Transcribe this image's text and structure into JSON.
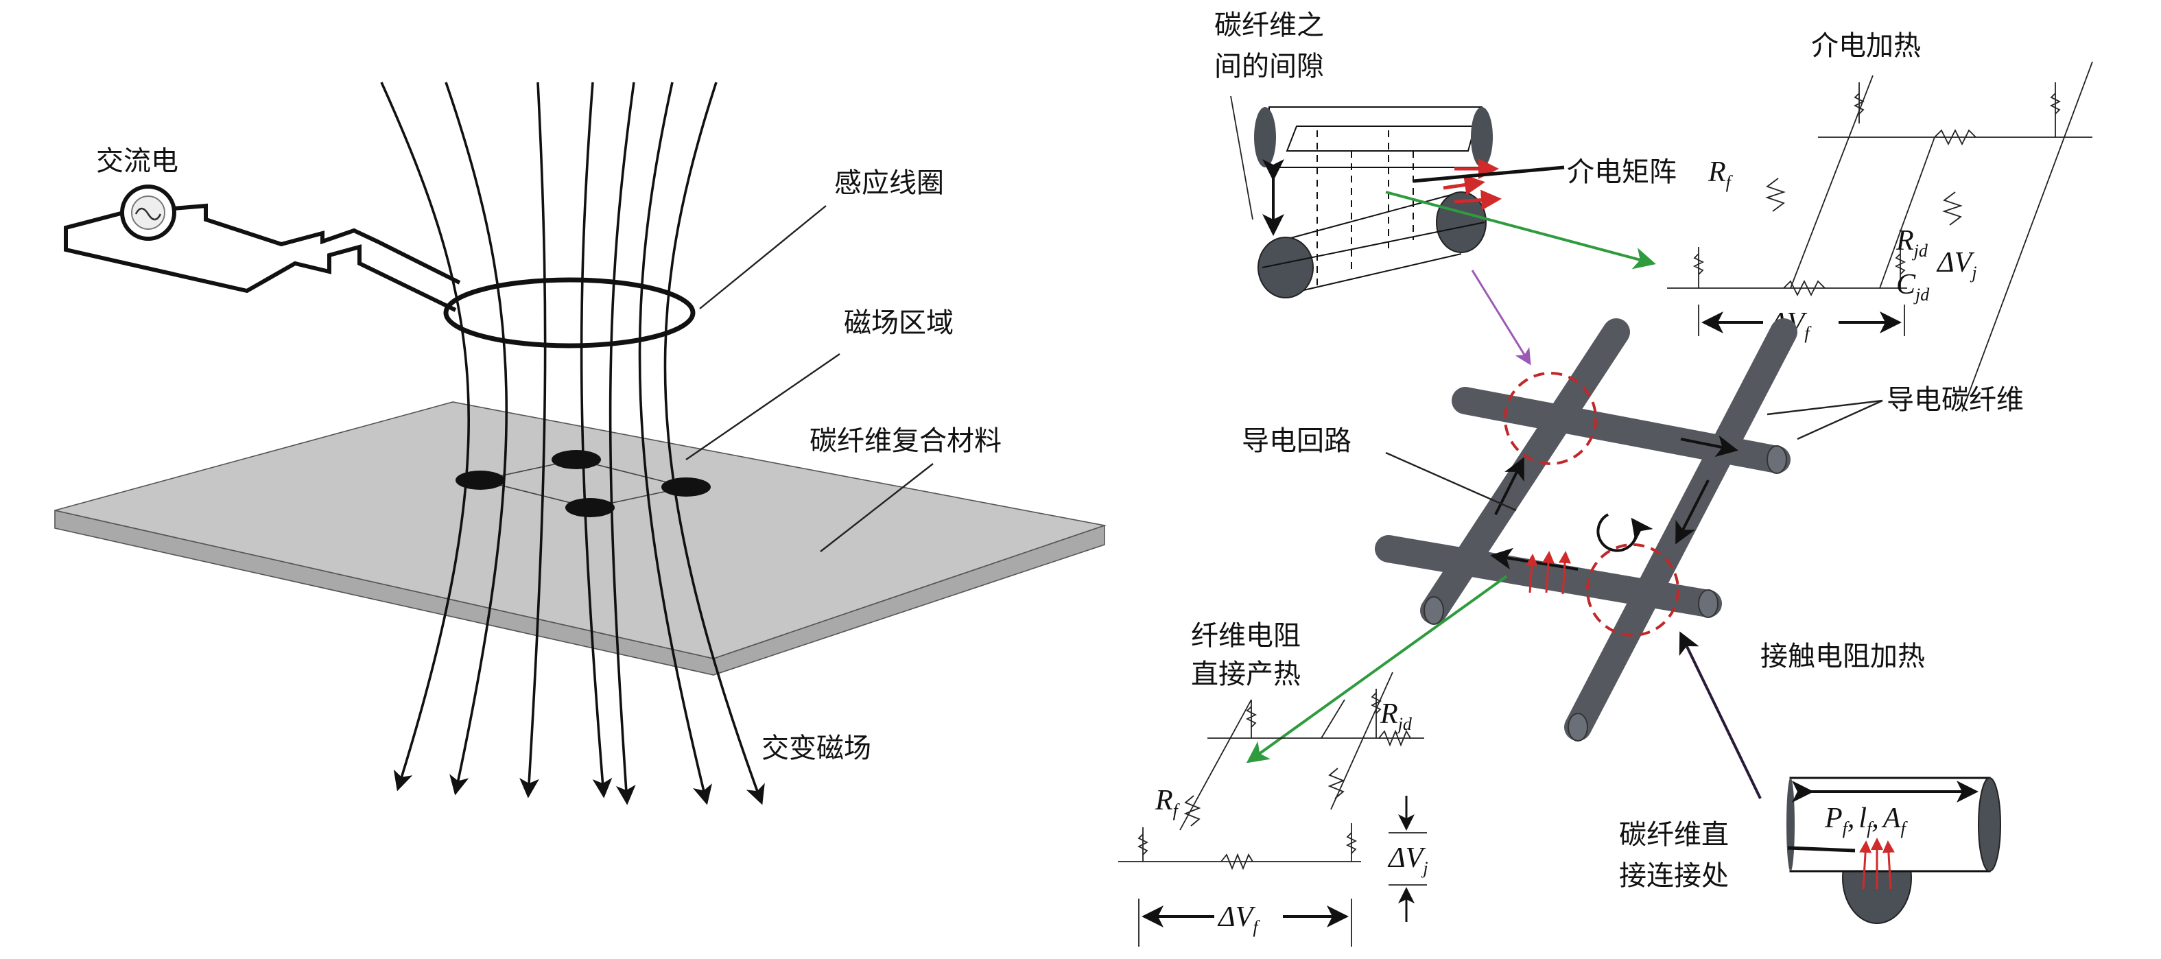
{
  "left_panel": {
    "ac_source": "交流电",
    "induction_coil": "感应线圈",
    "magnetic_region": "磁场区域",
    "composite": "碳纤维复合材料",
    "alternating_field": "交变磁场"
  },
  "right_panel": {
    "gap_label_line1": "碳纤维之",
    "gap_label_line2": "间的间隙",
    "dielectric_heating": "介电加热",
    "dielectric_matrix": "介电矩阵",
    "R": "R",
    "C": "C",
    "dV": "ΔV",
    "sub_f": "f",
    "sub_jd": "jd",
    "sub_j": "j",
    "conductive_loop": "导电回路",
    "conductive_fiber": "导电碳纤维",
    "fiber_resist_line1": "纤维电阻",
    "fiber_resist_line2": "直接产热",
    "contact_heating": "接触电阻加热",
    "contact_point_line1": "碳纤维直",
    "contact_point_line2": "接连接处",
    "params": "P",
    "param_l": "l",
    "param_A": "A",
    "comma": ","
  },
  "colors": {
    "green": "#2e9b3e",
    "red": "#d02a2a",
    "purple": "#9b59b6",
    "rod": "#5a5e66",
    "plate": "#c6c6c6"
  }
}
